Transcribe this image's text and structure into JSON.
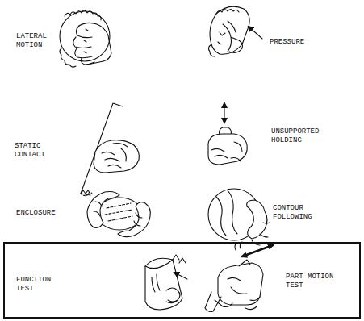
{
  "diagram": {
    "nodes": [
      {
        "text": [
          "FUNCTION TEST",
          "PART MOTION TEST"
        ]
      }
    ],
    "labels": [
      "LATERAL MOTION",
      "PRESSURE",
      "STATIC CONTACT",
      "UNSUPPORTED HOLDING",
      "ENCLOSURE",
      "CONTOUR FOLLOWING"
    ]
  }
}
